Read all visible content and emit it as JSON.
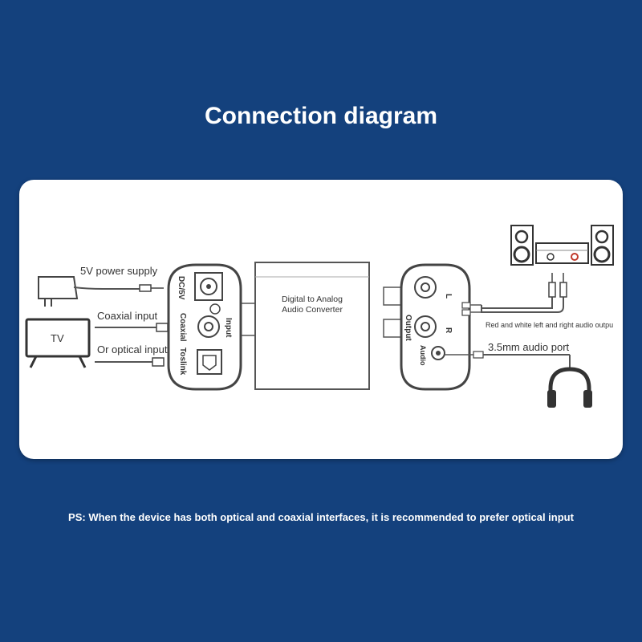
{
  "title": "Connection diagram",
  "left_inputs": {
    "power_label": "5V power supply",
    "coaxial_label": "Coaxial input",
    "optical_label": "Or optical input",
    "tv_label": "TV"
  },
  "converter": {
    "line1": "Digital to Analog",
    "line2": "Audio Converter"
  },
  "input_panel": {
    "dc_label": "DC/5V",
    "input_label": "Input",
    "coaxial_label": "Coaxial",
    "toslink_label": "Toslink"
  },
  "output_panel": {
    "output_label": "Output",
    "left_label": "L",
    "right_label": "R",
    "audio_label": "Audio"
  },
  "right_outputs": {
    "rca_label": "Red and white left and right audio outpu",
    "jack_label": "3.5mm audio port"
  },
  "note": "PS: When the device has both optical and coaxial interfaces, it is recommended to prefer optical input",
  "colors": {
    "background": "#14417d",
    "panel": "#ffffff",
    "line": "#555555",
    "rca_red": "#c0392b"
  }
}
